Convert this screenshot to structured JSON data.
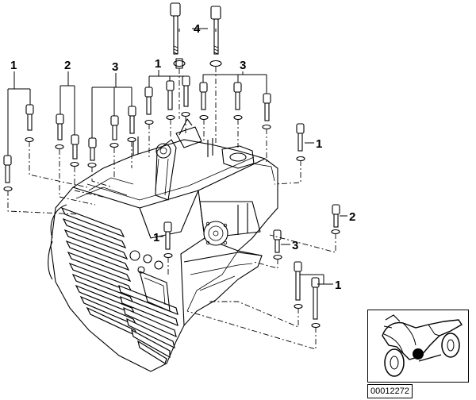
{
  "callouts": {
    "c1_topleft": "1",
    "c2_top": "2",
    "c3_topleft": "3",
    "c1_topcenter": "1",
    "c4_top": "4",
    "c3_topright": "3",
    "c1_right": "1",
    "c2_right": "2",
    "c1_center": "1",
    "c3_right": "3",
    "c1_bottomright": "1"
  },
  "inset": {
    "diagram_id": "00012272",
    "icon": "motorcycle-locator-icon",
    "marker_color": "#000000"
  },
  "colors": {
    "line": "#000000",
    "background": "#ffffff"
  }
}
